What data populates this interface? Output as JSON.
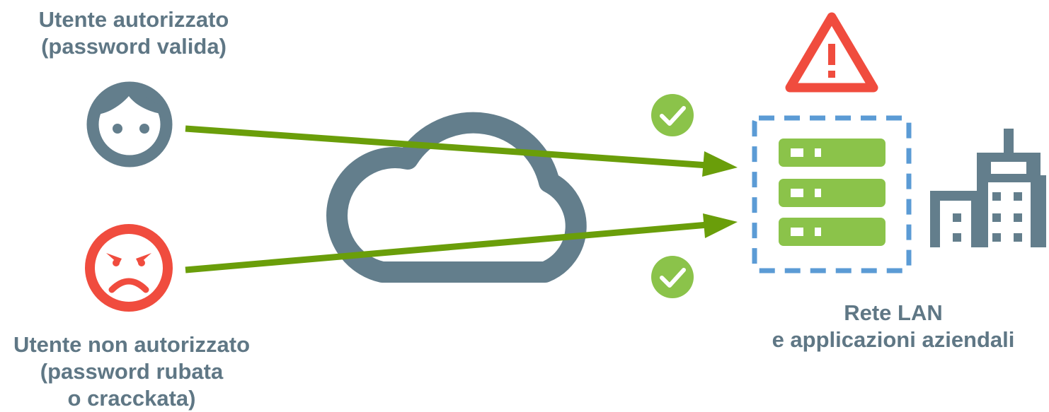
{
  "authorized_user": {
    "line1": "Utente autorizzato",
    "line2": "(password valida)"
  },
  "unauthorized_user": {
    "line1": "Utente non autorizzato",
    "line2": "(password rubata",
    "line3": "o cracckata)"
  },
  "network": {
    "line1": "Rete LAN",
    "line2": "e applicazioni aziendali"
  },
  "colors": {
    "slate": "#637e8c",
    "red": "#f04c3e",
    "green": "#8bc34a",
    "arrow": "#6a9e0a",
    "dashed_border": "#5b9bd5"
  }
}
